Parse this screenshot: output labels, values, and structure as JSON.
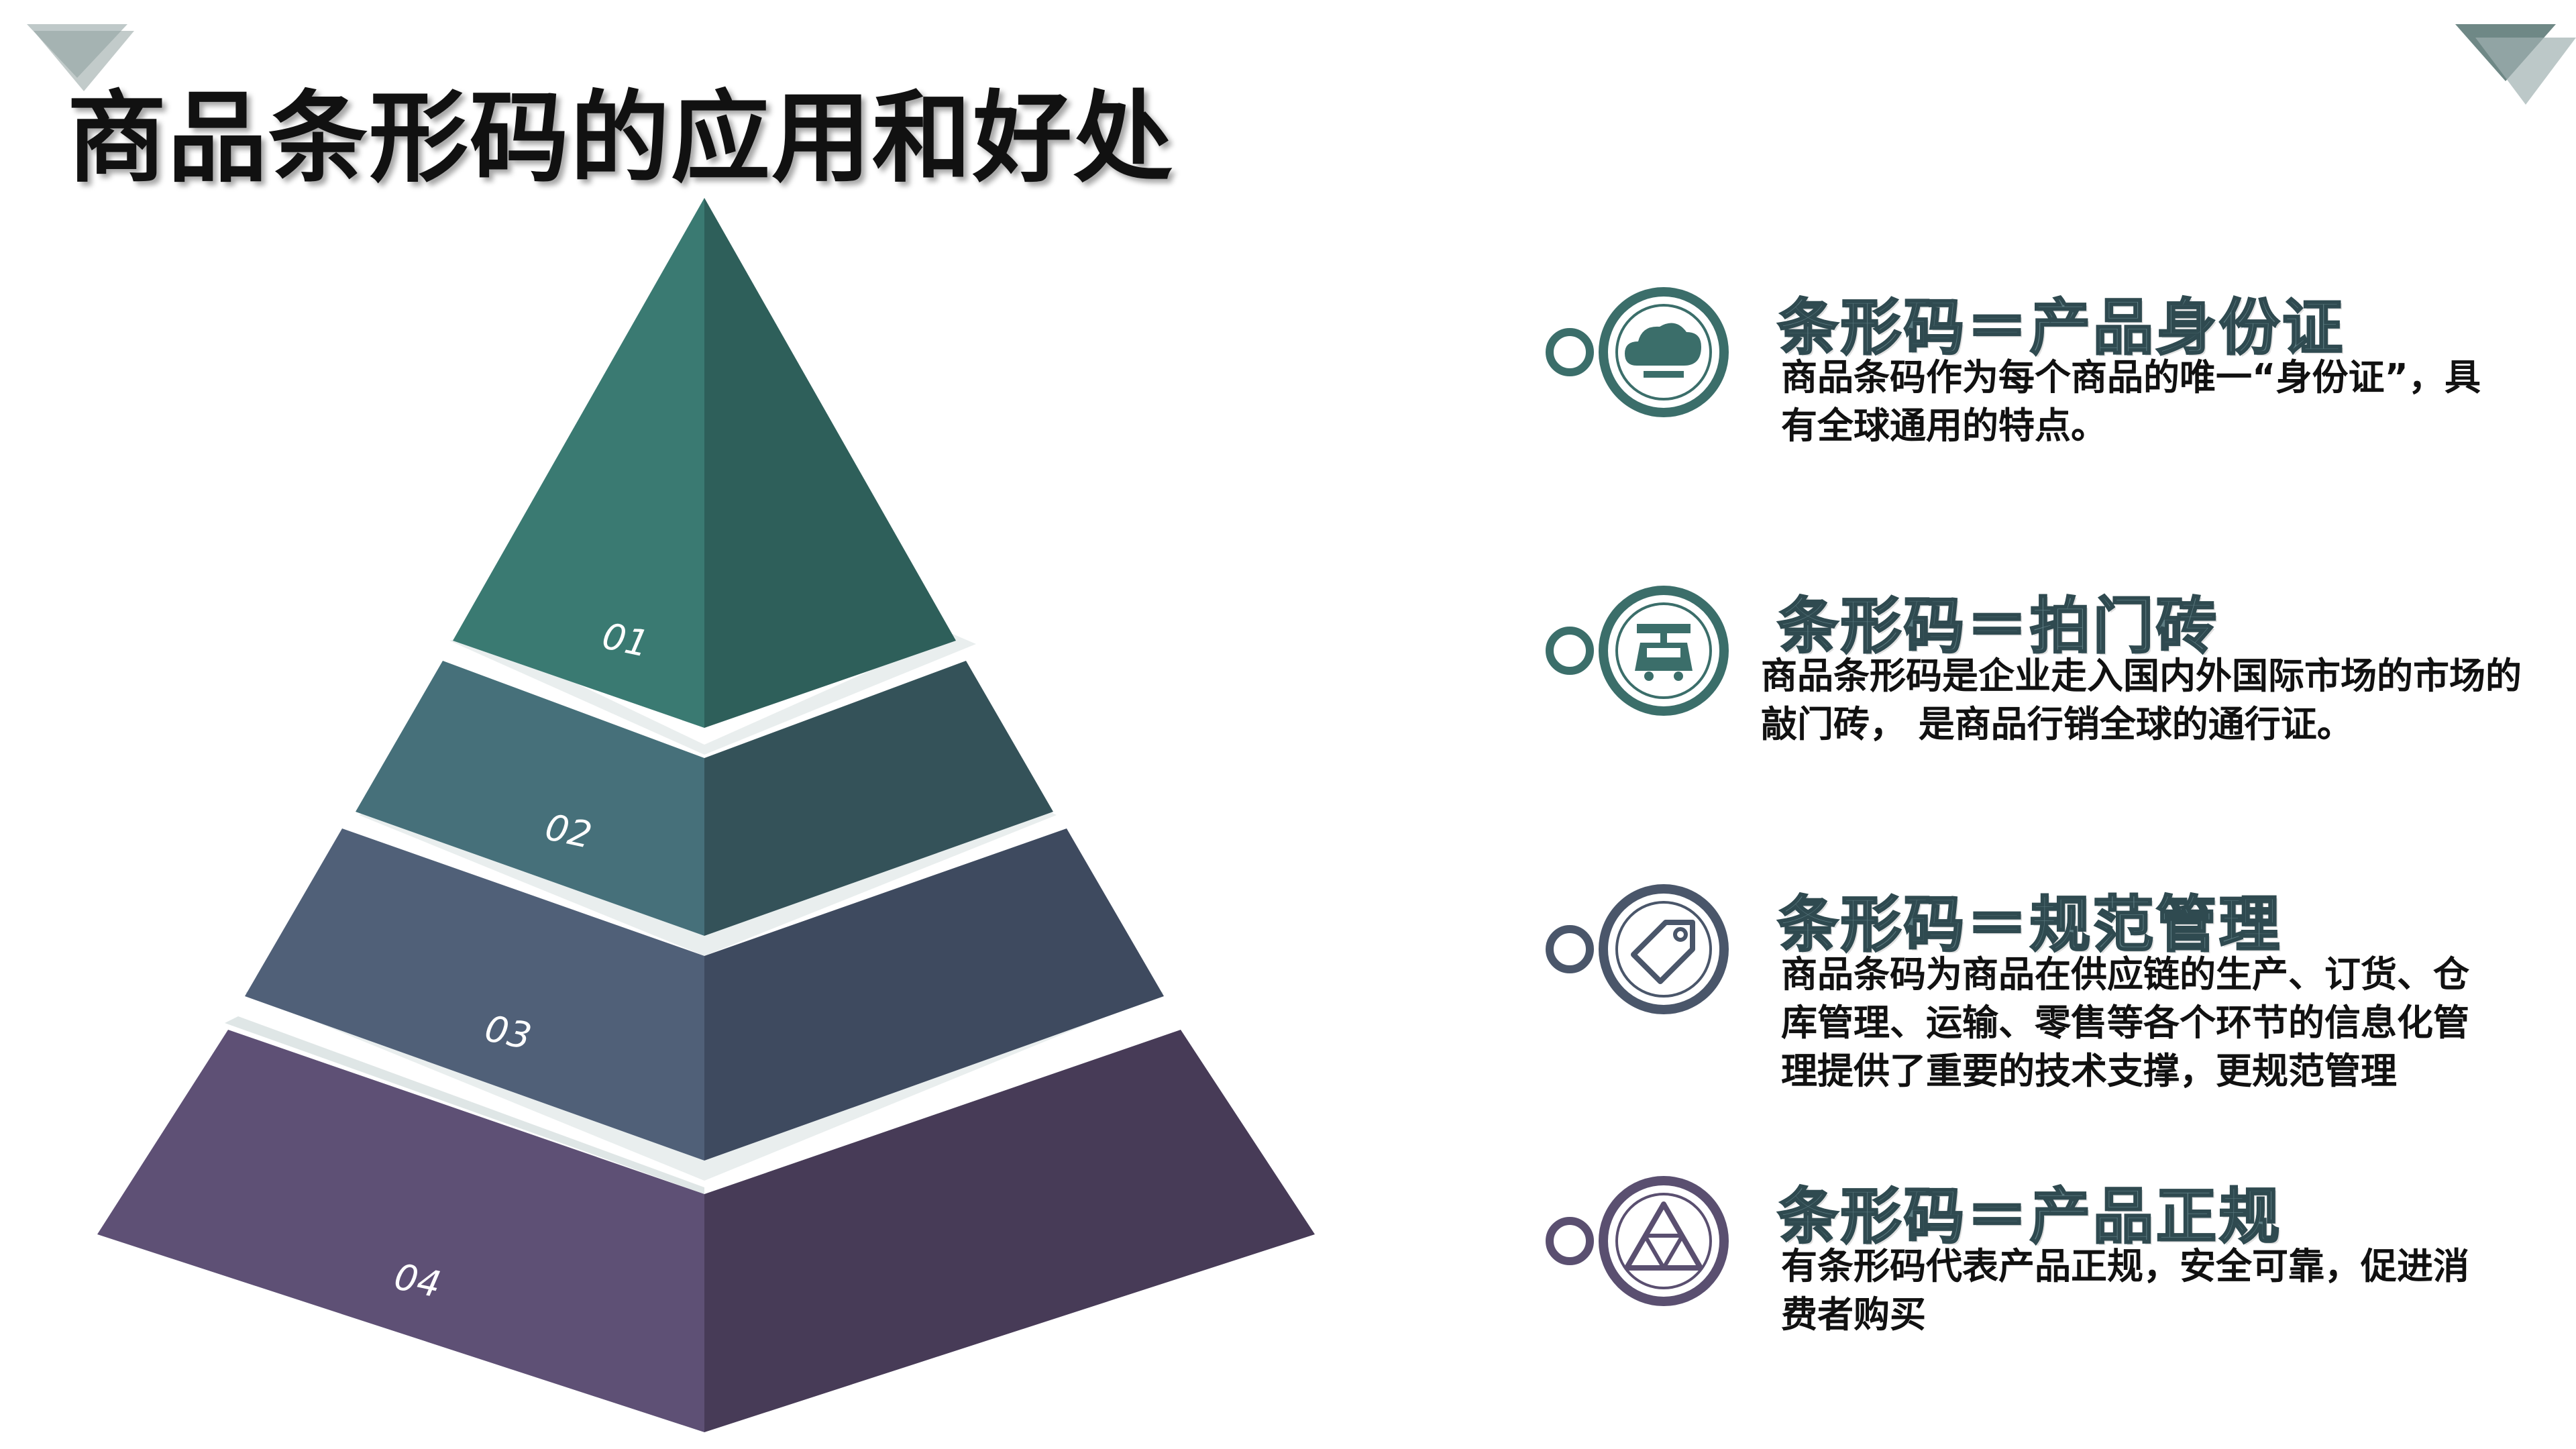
{
  "title": "商品条形码的应用和好处",
  "colors": {
    "teal": "#3a7a72",
    "teal_dark": "#2e5f5a",
    "slate_teal": "#46707a",
    "slate_teal_dark": "#345259",
    "slate_blue": "#506078",
    "slate_blue_dark": "#3e4a5f",
    "purple": "#5e5075",
    "purple_dark": "#473b57",
    "gap": "#e9eeee"
  },
  "pyramid": {
    "levels": [
      {
        "label": "01"
      },
      {
        "label": "02"
      },
      {
        "label": "03"
      },
      {
        "label": "04"
      }
    ]
  },
  "items": [
    {
      "icon": "cloud-icon",
      "heading": "条形码＝产品身份证",
      "description": "商品条码作为每个商品的唯一“身份证”，具有全球通用的特点。"
    },
    {
      "icon": "cable-car-icon",
      "heading": "条形码＝拍门砖",
      "description": "商品条形码是企业走入国内外国际市场的市场的敲门砖， 是商品行销全球的通行证。"
    },
    {
      "icon": "tag-icon",
      "heading": "条形码＝规范管理",
      "description": "商品条码为商品在供应链的生产、订货、仓库管理、运输、零售等各个环节的信息化管理提供了重要的技术支撑，更规范管理"
    },
    {
      "icon": "triangle-icon",
      "heading": "条形码＝产品正规",
      "description": "有条形码代表产品正规，安全可靠，促进消费者购买"
    }
  ]
}
